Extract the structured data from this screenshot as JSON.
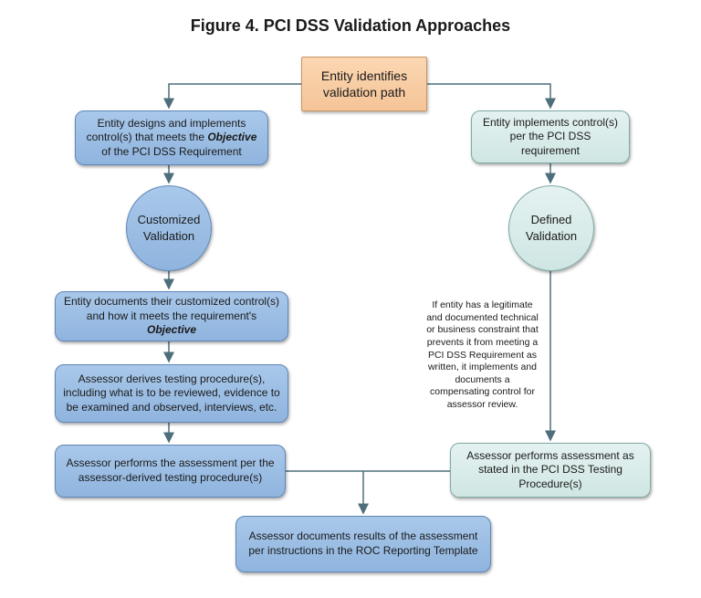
{
  "title": "Figure 4. PCI DSS Validation Approaches",
  "nodes": {
    "start": "Entity identifies validation path",
    "left_design_pre": "Entity designs and implements control(s) that meets the ",
    "left_design_em": "Objective",
    "left_design_post": " of the PCI DSS Requirement",
    "customized": "Customized Validation",
    "left_document_pre": "Entity documents their customized control(s) and how it meets the requirement's ",
    "left_document_em": "Objective",
    "left_derive": "Assessor derives testing procedure(s), including what is to be reviewed, evidence to be examined and observed, interviews, etc.",
    "left_assess": "Assessor performs the assessment per the assessor-derived testing procedure(s)",
    "right_implement": "Entity implements control(s) per the PCI DSS requirement",
    "defined": "Defined Validation",
    "compensating_note": "If entity has a legitimate and documented technical or business constraint that prevents it from meeting a PCI DSS Requirement as written, it implements and documents a compensating control for assessor review.",
    "right_assess": "Assessor performs assessment as stated in the PCI DSS Testing Procedure(s)",
    "final": "Assessor documents results of the assessment per instructions in the ROC Reporting Template"
  }
}
